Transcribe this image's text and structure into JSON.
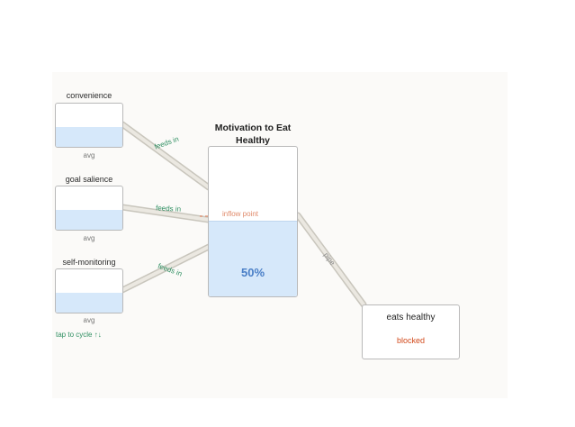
{
  "sources": [
    {
      "title": "convenience",
      "level": 0.45,
      "caption": "avg",
      "link_label": "feeds in"
    },
    {
      "title": "goal salience",
      "level": 0.45,
      "caption": "avg",
      "link_label": "feeds in"
    },
    {
      "title": "self-monitoring",
      "level": 0.45,
      "caption": "avg",
      "link_label": "feeds in"
    }
  ],
  "hint": "tap to cycle ↑↓",
  "main": {
    "title": "Motivation to Eat Healthy",
    "level": 0.5,
    "level_label": "50%",
    "inflow_label": "inflow point",
    "pipe_label": "pipe"
  },
  "outcome": {
    "title": "eats healthy",
    "status": "blocked"
  },
  "colors": {
    "water": "#d6e8fa",
    "feed_label": "#2f8f62",
    "inflow": "#e08a6a",
    "blocked": "#d24a1c",
    "percent": "#4a7fc7"
  }
}
